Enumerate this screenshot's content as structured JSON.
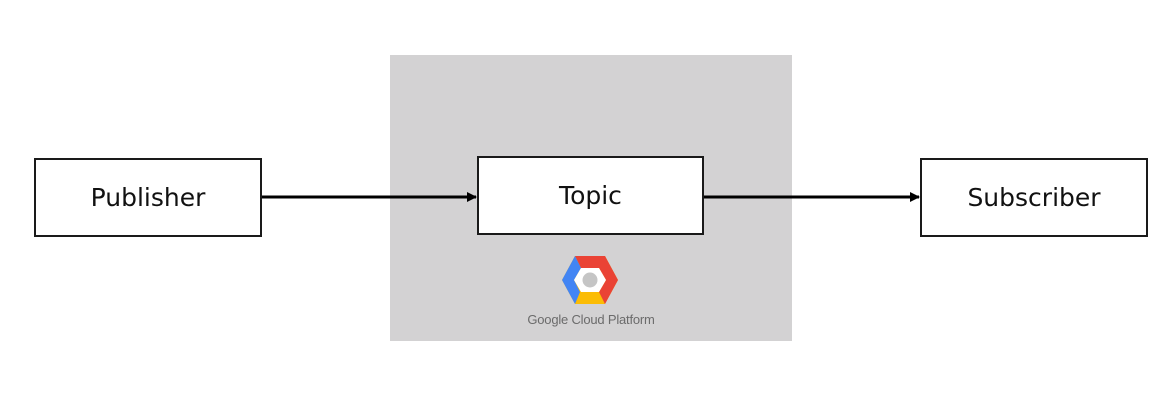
{
  "nodes": {
    "publisher": "Publisher",
    "topic": "Topic",
    "subscriber": "Subscriber"
  },
  "platform": {
    "label": "Google Cloud Platform",
    "logo_icon": "google-cloud-platform-logo-icon",
    "logo_colors": [
      "#ea4335",
      "#4285f4",
      "#fbbc05",
      "#ffffff",
      "#c5c5c5"
    ],
    "region_color": "#d3d2d3"
  }
}
